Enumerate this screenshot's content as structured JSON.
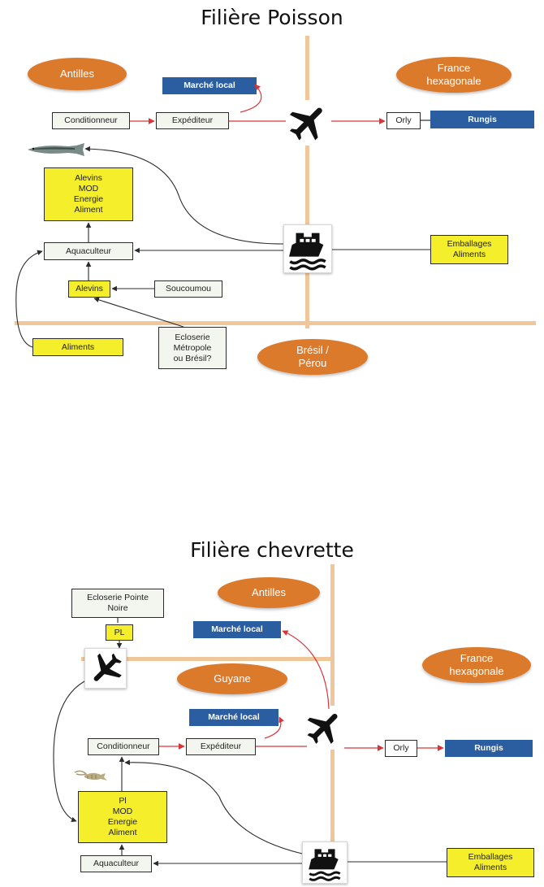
{
  "poisson": {
    "title": "Filière Poisson",
    "regions": {
      "antilles": "Antilles",
      "france": "France\nhexagonale",
      "bresil": "Brésil /\nPérou"
    },
    "boxes": {
      "marche_local": "Marché local",
      "conditionneur": "Conditionneur",
      "expediteur": "Expéditeur",
      "orly": "Orly",
      "rungis": "Rungis",
      "intrants": "Alevins\nMOD\nEnergie\nAliment",
      "aquaculteur": "Aquaculteur",
      "alevins": "Alevins",
      "soucoumou": "Soucoumou",
      "emballages": "Emballages\nAliments",
      "aliments": "Aliments",
      "ecloserie": "Ecloserie\nMétropole\nou Brésil?"
    },
    "icons": {
      "plane": "airplane-icon",
      "ship": "ship-icon",
      "product": "fish-icon"
    }
  },
  "chevrette": {
    "title": "Filière chevrette",
    "regions": {
      "antilles": "Antilles",
      "guyane": "Guyane",
      "france": "France\nhexagonale"
    },
    "boxes": {
      "ecloserie": "Ecloserie Pointe\nNoire",
      "pl_top": "PL",
      "marche_local_1": "Marché local",
      "marche_local_2": "Marché local",
      "conditionneur": "Conditionneur",
      "expediteur": "Expéditeur",
      "orly": "Orly",
      "rungis": "Rungis",
      "intrants": "Pl\nMOD\nEnergie\nAliment",
      "aquaculteur": "Aquaculteur",
      "emballages": "Emballages\nAliments"
    },
    "icons": {
      "plane_small": "airplane-icon",
      "plane": "airplane-icon",
      "ship": "ship-icon",
      "product": "shrimp-icon"
    }
  },
  "colors": {
    "region_oval": "#dc7a2b",
    "separator": "#f0c79a",
    "intrant_box": "#f5ee2a",
    "market_box": "#2a5ea0",
    "flow_red": "#d9343a",
    "flow_black": "#2b2b2b"
  }
}
